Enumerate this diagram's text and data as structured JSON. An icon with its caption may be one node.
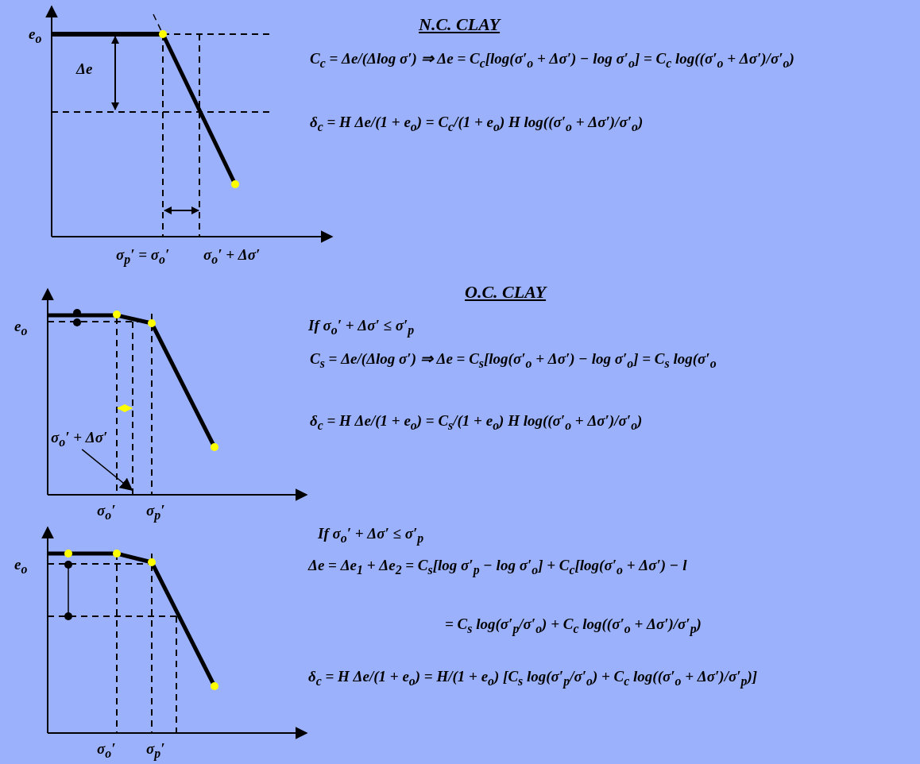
{
  "diagram": {
    "nodes": [
      {
        "text": [
          "σ$_{o}$′ + Δσ′"
        ]
      },
      {
        "text": [],
        "shape": "line"
      }
    ],
    "edges": [
      {
        "from": 0,
        "to": 1,
        "arrow": "to"
      }
    ],
    "labels": [
      "e$_{o}$",
      "Δe",
      "σ$_{p}$′ = σ$_{o}$′",
      "σ$_{o}$′ + Δσ′",
      "N.C. CLAY",
      "C$_{c}$ = Δe/(Δlog σ′) ⇒ Δe = C$_{c}$[log(σ′$_{o}$ + Δσ′) − log σ′$_{o}$] = C$_{c}$ log((σ′$_{o}$ + Δσ′)/σ′$_{o}$)",
      "δ$_{c}$ = H Δe/(1 + e$_{o}$) = C$_{c}$/(1 + e$_{o}$) H log((σ′$_{o}$ + Δσ′)/σ′$_{o}$)",
      "e$_{o}$",
      "σ$_{o}$′",
      "σ$_{p}$′",
      "O.C. CLAY",
      "If σ$_{o}$′ + Δσ′ ≤ σ′$_{p}$",
      "C$_{s}$ = Δe/(Δlog σ′) ⇒ Δe = C$_{s}$[log(σ′$_{o}$ + Δσ′) − log σ′$_{o}$] = C$_{s}$ log(σ′$_{o}$",
      "δ$_{c}$ = H Δe/(1 + e$_{o}$) = C$_{s}$/(1 + e$_{o}$) H log((σ′$_{o}$ + Δσ′)/σ′$_{o}$)",
      "e$_{o}$",
      "σ$_{o}$′",
      "σ$_{p}$′",
      "If σ$_{o}$′ + Δσ′ ≤ σ′$_{p}$",
      "Δe = Δe$_{1}$ + Δe$_{2}$ = C$_{s}$[log σ′$_{p}$ − log σ′$_{o}$] + C$_{c}$[log(σ′$_{o}$ + Δσ′) − l",
      "= C$_{s}$ log(σ′$_{p}$/σ′$_{o}$) + C$_{c}$ log((σ′$_{o}$ + Δσ′)/σ′$_{p}$)",
      "δ$_{c}$ = H Δe/(1 + e$_{o}$) = H/(1 + e$_{o}$) [C$_{s}$ log(σ′$_{p}$/σ′$_{o}$) + C$_{c}$ log((σ′$_{o}$ + Δσ′)/σ′$_{p}$)]"
    ]
  }
}
